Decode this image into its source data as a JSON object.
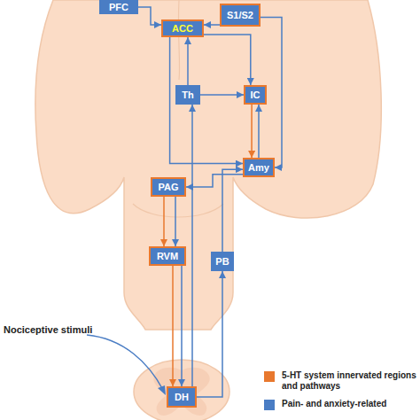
{
  "diagram": {
    "nodes": [
      {
        "text": [
          "PFC"
        ]
      },
      {
        "text": [
          "ACC"
        ]
      },
      {
        "text": [
          "S1/S2"
        ]
      },
      {
        "text": [
          "Th"
        ]
      },
      {
        "text": [
          "IC"
        ]
      },
      {
        "text": [
          "Amy"
        ]
      },
      {
        "text": [
          "PAG"
        ]
      },
      {
        "text": [
          "PB"
        ]
      },
      {
        "text": [
          "RVM"
        ]
      },
      {
        "text": [
          "DH"
        ]
      }
    ],
    "edges": [
      {
        "from": 0,
        "to": 1,
        "arrow": "to"
      },
      {
        "from": 2,
        "to": 1,
        "arrow": "to"
      },
      {
        "from": 1,
        "to": 4,
        "arrow": "to"
      },
      {
        "from": 2,
        "to": 5,
        "arrow": "to"
      },
      {
        "from": 3,
        "to": 1,
        "arrow": "to"
      },
      {
        "from": 3,
        "to": 4,
        "arrow": "to"
      },
      {
        "from": 4,
        "to": 5,
        "arrow": "to"
      },
      {
        "from": 5,
        "to": 4,
        "arrow": "to"
      },
      {
        "from": 1,
        "to": 5,
        "arrow": "to"
      },
      {
        "from": 5,
        "to": 6,
        "arrow": "to"
      },
      {
        "from": 7,
        "to": 5,
        "arrow": "to"
      },
      {
        "from": 9,
        "to": 7,
        "arrow": "to"
      },
      {
        "from": 9,
        "to": 3,
        "arrow": "to"
      },
      {
        "from": 6,
        "to": 8,
        "arrow": "to"
      },
      {
        "from": 6,
        "to": 8,
        "arrow": "to"
      },
      {
        "from": 8,
        "to": 9,
        "arrow": "to"
      },
      {
        "from": 8,
        "to": 9,
        "arrow": "to"
      }
    ],
    "labels": [
      "Nociceptive stimuli"
    ],
    "legend": [
      {
        "text": "5-HT system innervated regions and pathways",
        "color": "#e8782e"
      },
      {
        "text": "Pain- and anxiety-related",
        "color": "#4a7dc4"
      }
    ]
  }
}
